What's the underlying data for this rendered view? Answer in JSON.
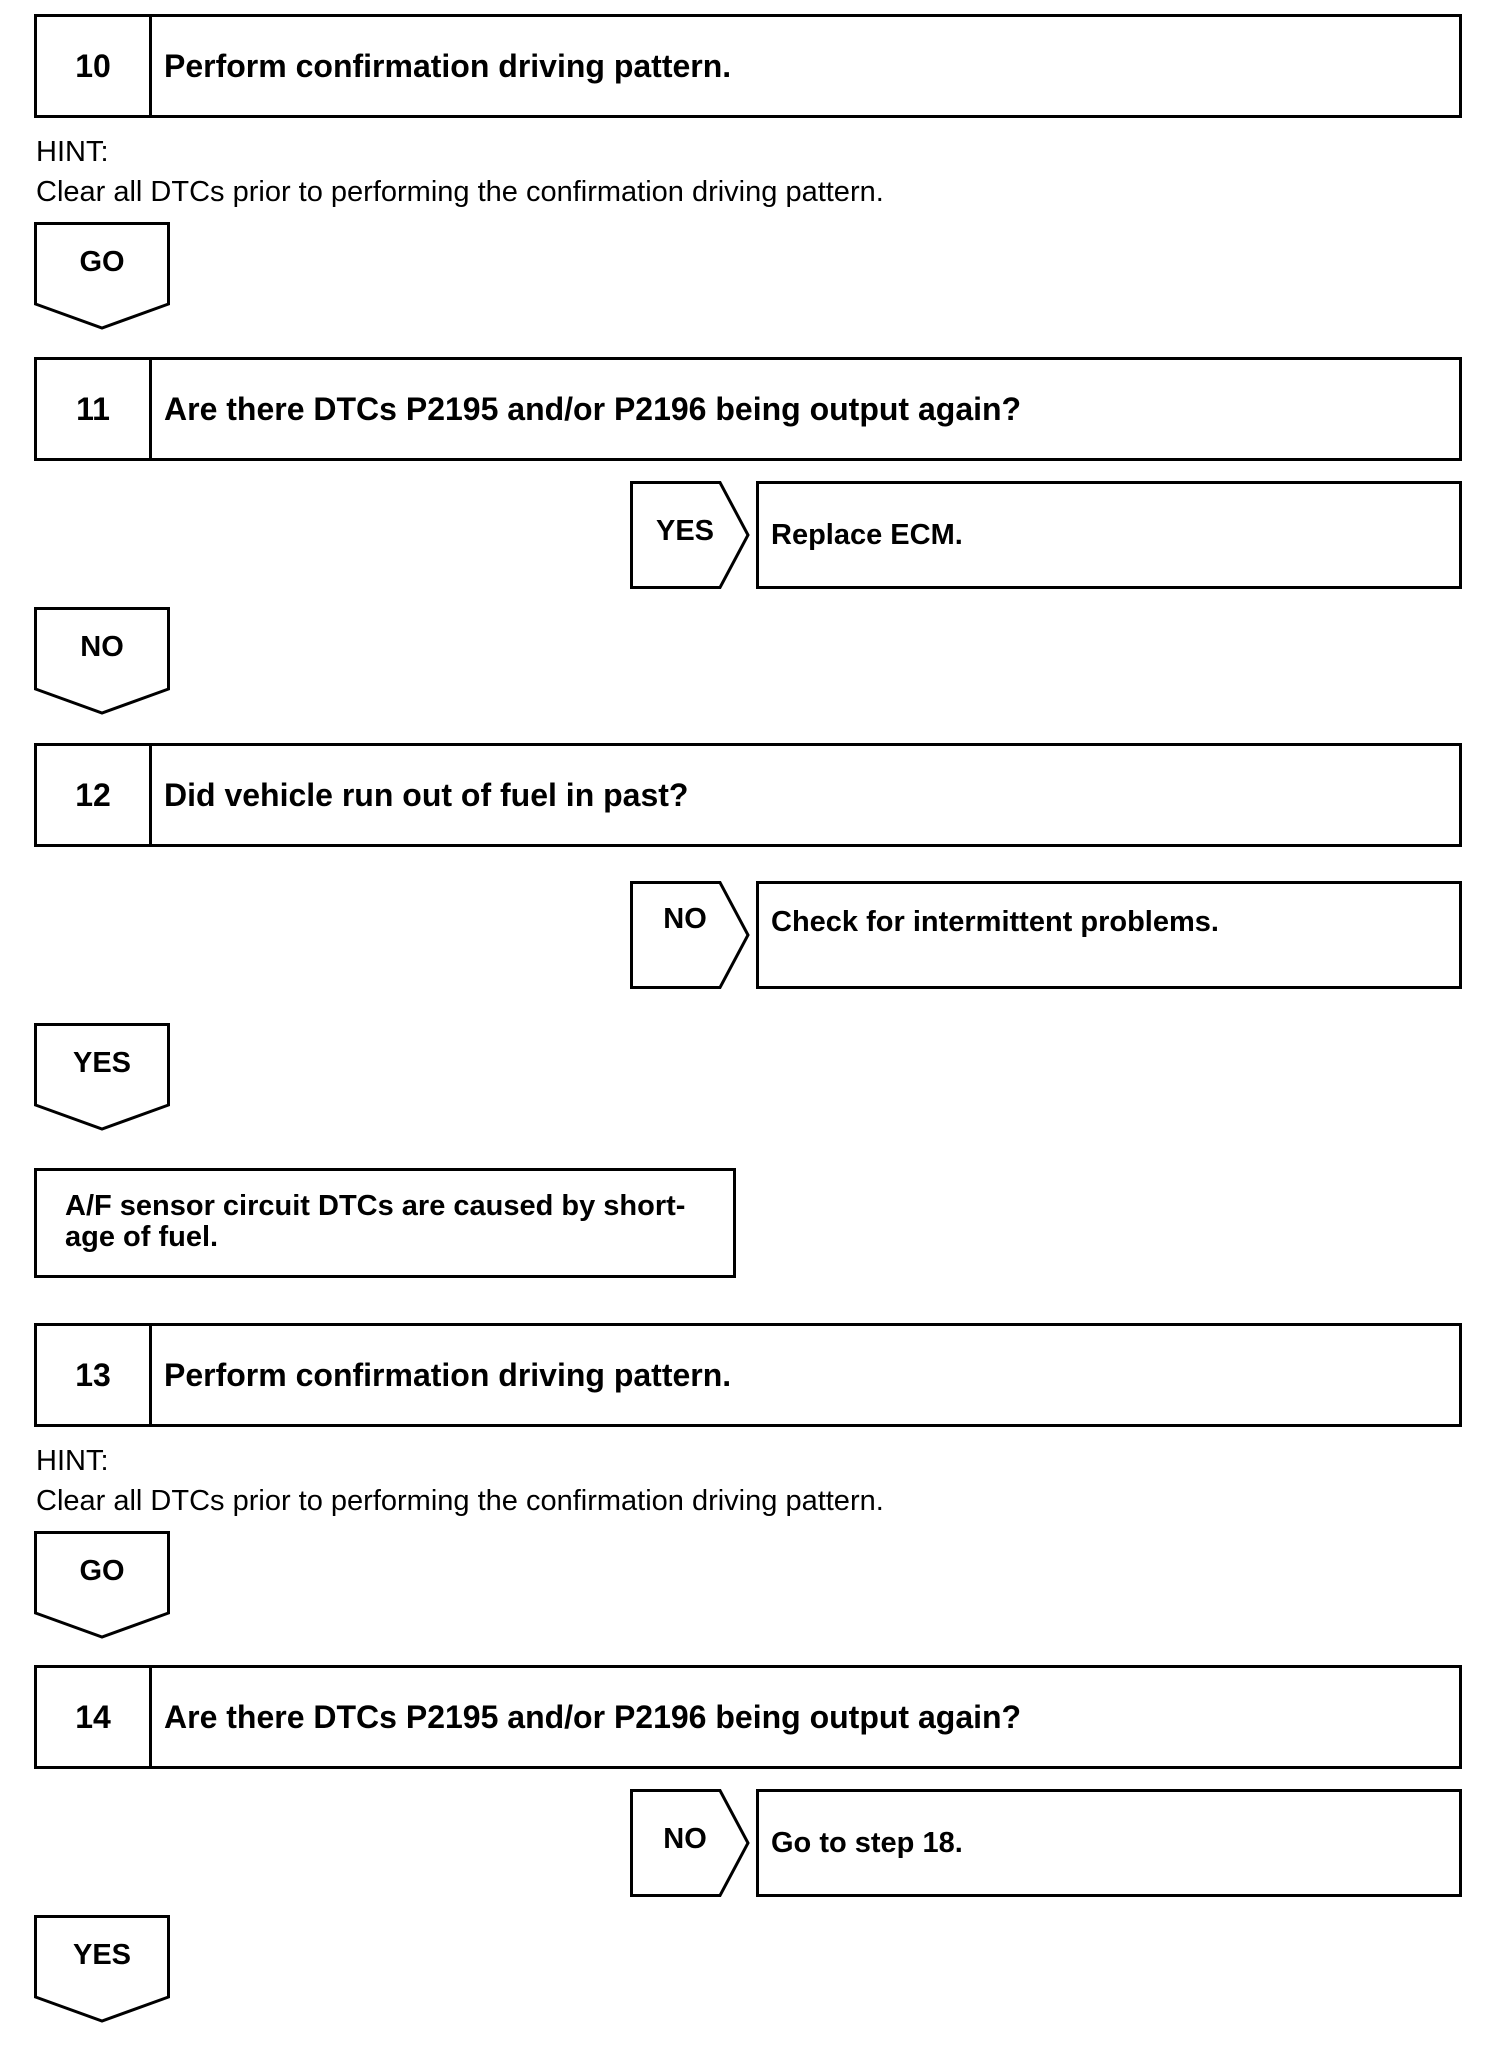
{
  "steps": [
    {
      "number": "10",
      "title": "Perform confirmation driving pattern."
    },
    {
      "number": "11",
      "title": "Are there DTCs P2195 and/or P2196 being output again?"
    },
    {
      "number": "12",
      "title": "Did vehicle run out of fuel in past?"
    },
    {
      "number": "13",
      "title": "Perform confirmation driving pattern."
    },
    {
      "number": "14",
      "title": "Are there DTCs P2195 and/or P2196 being output again?"
    }
  ],
  "hints": [
    {
      "label": "HINT:",
      "text": "Clear all DTCs prior to performing the confirmation driving pattern."
    },
    {
      "label": "HINT:",
      "text": "Clear all DTCs prior to performing the confirmation driving pattern."
    }
  ],
  "flow_tags": [
    "GO",
    "NO",
    "YES",
    "GO",
    "YES"
  ],
  "branches": [
    {
      "label": "YES",
      "result": "Replace ECM."
    },
    {
      "label": "NO",
      "result": "Check for intermittent problems."
    },
    {
      "label": "NO",
      "result": "Go to step 18."
    }
  ],
  "note": {
    "line1": "A/F sensor circuit DTCs are caused by short-",
    "line2": "age of fuel."
  }
}
